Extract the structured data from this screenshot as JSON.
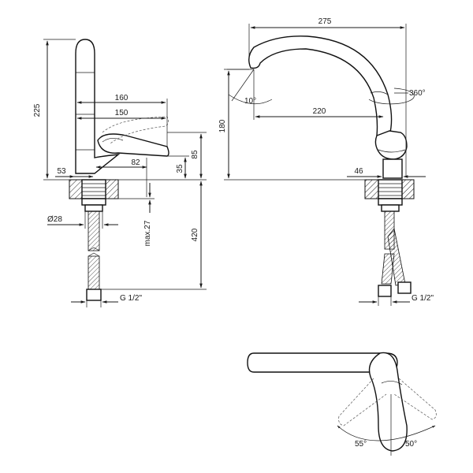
{
  "dimensions": {
    "height_total": "225",
    "width_160": "160",
    "width_150": "150",
    "height_85": "85",
    "height_35": "35",
    "offset_82": "82",
    "base_53": "53",
    "hose_dia": "Ø28",
    "max_thickness": "max.27",
    "hose_len": "420",
    "thread_left": "G 1/2\"",
    "spout_width": "275",
    "rotation": "360°",
    "tilt": "10°",
    "reach": "220",
    "spout_height": "180",
    "base_46": "46",
    "thread_right": "G 1/2\"",
    "angle_left": "55°",
    "angle_right": "50°"
  }
}
